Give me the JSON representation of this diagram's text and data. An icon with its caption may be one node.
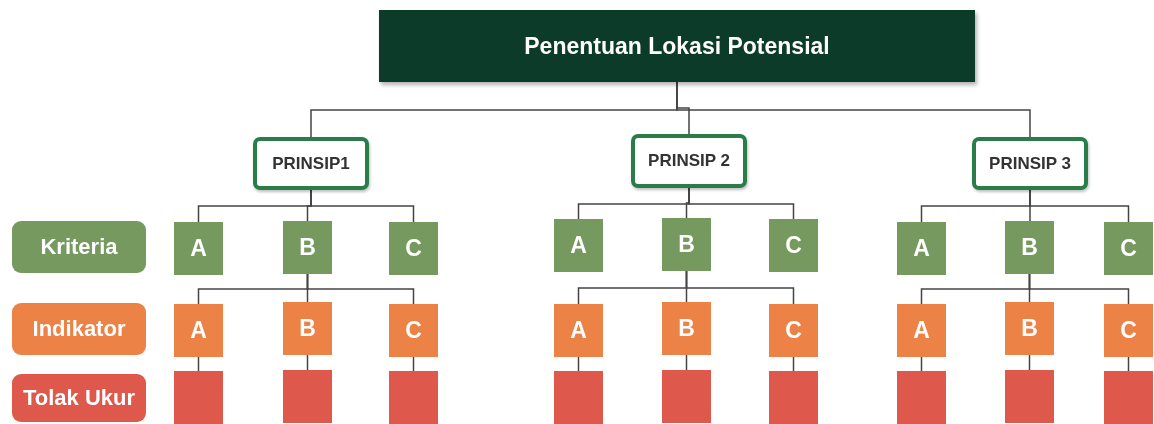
{
  "diagram": {
    "nodes": [
      {
        "text": [
          "Penentuan Lokasi Potensial"
        ]
      },
      {
        "text": [
          "PRINSIP1"
        ]
      },
      {
        "text": [
          "PRINSIP 2"
        ]
      },
      {
        "text": [
          "PRINSIP 3"
        ]
      },
      {
        "text": [
          "Kriteria"
        ]
      },
      {
        "text": [
          "A"
        ]
      },
      {
        "text": [
          "B"
        ]
      },
      {
        "text": [
          "C"
        ]
      },
      {
        "text": [
          "A"
        ]
      },
      {
        "text": [
          "B"
        ]
      },
      {
        "text": [
          "C"
        ]
      },
      {
        "text": [
          "A"
        ]
      },
      {
        "text": [
          "B"
        ]
      },
      {
        "text": [
          "C"
        ]
      },
      {
        "text": [
          "Indikator"
        ]
      },
      {
        "text": [
          "A"
        ]
      },
      {
        "text": [
          "B"
        ]
      },
      {
        "text": [
          "C"
        ]
      },
      {
        "text": [
          "A"
        ]
      },
      {
        "text": [
          "B"
        ]
      },
      {
        "text": [
          "C"
        ]
      },
      {
        "text": [
          "A"
        ]
      },
      {
        "text": [
          "B"
        ]
      },
      {
        "text": [
          "C"
        ]
      },
      {
        "text": [
          "Tolak Ukur"
        ]
      },
      {
        "text": [],
        "shape": "box"
      },
      {
        "text": [],
        "shape": "box"
      },
      {
        "text": [],
        "shape": "box"
      },
      {
        "text": [],
        "shape": "box"
      },
      {
        "text": [],
        "shape": "box"
      },
      {
        "text": [],
        "shape": "box"
      },
      {
        "text": [],
        "shape": "box"
      },
      {
        "text": [],
        "shape": "box"
      },
      {
        "text": [],
        "shape": "box"
      }
    ],
    "edges": [
      {
        "from": 0,
        "to": 1,
        "arrow": "none"
      },
      {
        "from": 0,
        "to": 2,
        "arrow": "none"
      },
      {
        "from": 0,
        "to": 3,
        "arrow": "none"
      },
      {
        "from": 1,
        "to": 5,
        "arrow": "none"
      },
      {
        "from": 1,
        "to": 6,
        "arrow": "none"
      },
      {
        "from": 1,
        "to": 7,
        "arrow": "none"
      },
      {
        "from": 2,
        "to": 8,
        "arrow": "none"
      },
      {
        "from": 2,
        "to": 9,
        "arrow": "none"
      },
      {
        "from": 2,
        "to": 10,
        "arrow": "none"
      },
      {
        "from": 3,
        "to": 11,
        "arrow": "none"
      },
      {
        "from": 3,
        "to": 12,
        "arrow": "none"
      },
      {
        "from": 3,
        "to": 13,
        "arrow": "none"
      },
      {
        "from": 6,
        "to": 15,
        "arrow": "none"
      },
      {
        "from": 6,
        "to": 16,
        "arrow": "none"
      },
      {
        "from": 6,
        "to": 17,
        "arrow": "none"
      },
      {
        "from": 9,
        "to": 18,
        "arrow": "none"
      },
      {
        "from": 9,
        "to": 19,
        "arrow": "none"
      },
      {
        "from": 9,
        "to": 20,
        "arrow": "none"
      },
      {
        "from": 12,
        "to": 21,
        "arrow": "none"
      },
      {
        "from": 12,
        "to": 22,
        "arrow": "none"
      },
      {
        "from": 12,
        "to": 23,
        "arrow": "none"
      },
      {
        "from": 15,
        "to": 25,
        "arrow": "none"
      },
      {
        "from": 16,
        "to": 26,
        "arrow": "none"
      },
      {
        "from": 17,
        "to": 27,
        "arrow": "none"
      },
      {
        "from": 18,
        "to": 28,
        "arrow": "none"
      },
      {
        "from": 19,
        "to": 29,
        "arrow": "none"
      },
      {
        "from": 20,
        "to": 30,
        "arrow": "none"
      },
      {
        "from": 21,
        "to": 31,
        "arrow": "none"
      },
      {
        "from": 22,
        "to": 32,
        "arrow": "none"
      },
      {
        "from": 23,
        "to": 33,
        "arrow": "none"
      }
    ]
  }
}
